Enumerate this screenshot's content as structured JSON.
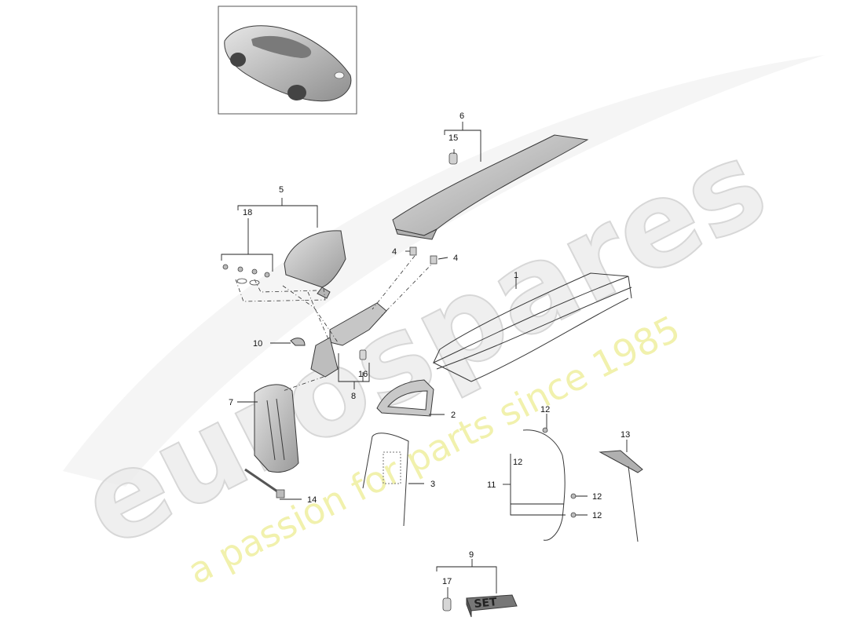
{
  "watermark": {
    "brand": "eurospares",
    "tagline": "a passion for parts since 1985"
  },
  "callouts": {
    "c1": "1",
    "c2": "2",
    "c3": "3",
    "c4a": "4",
    "c4b": "4",
    "c5": "5",
    "c6": "6",
    "c7": "7",
    "c8": "8",
    "c9": "9",
    "c10": "10",
    "c11": "11",
    "c12a": "12",
    "c12b": "12",
    "c12c": "12",
    "c12d": "12",
    "c13": "13",
    "c14": "14",
    "c15": "15",
    "c16": "16",
    "c17": "17",
    "c18": "18"
  },
  "set_box_label": "SET",
  "colors": {
    "part_fill": "#cfcfcf",
    "part_dark": "#8c8c8c",
    "line": "#222222"
  }
}
